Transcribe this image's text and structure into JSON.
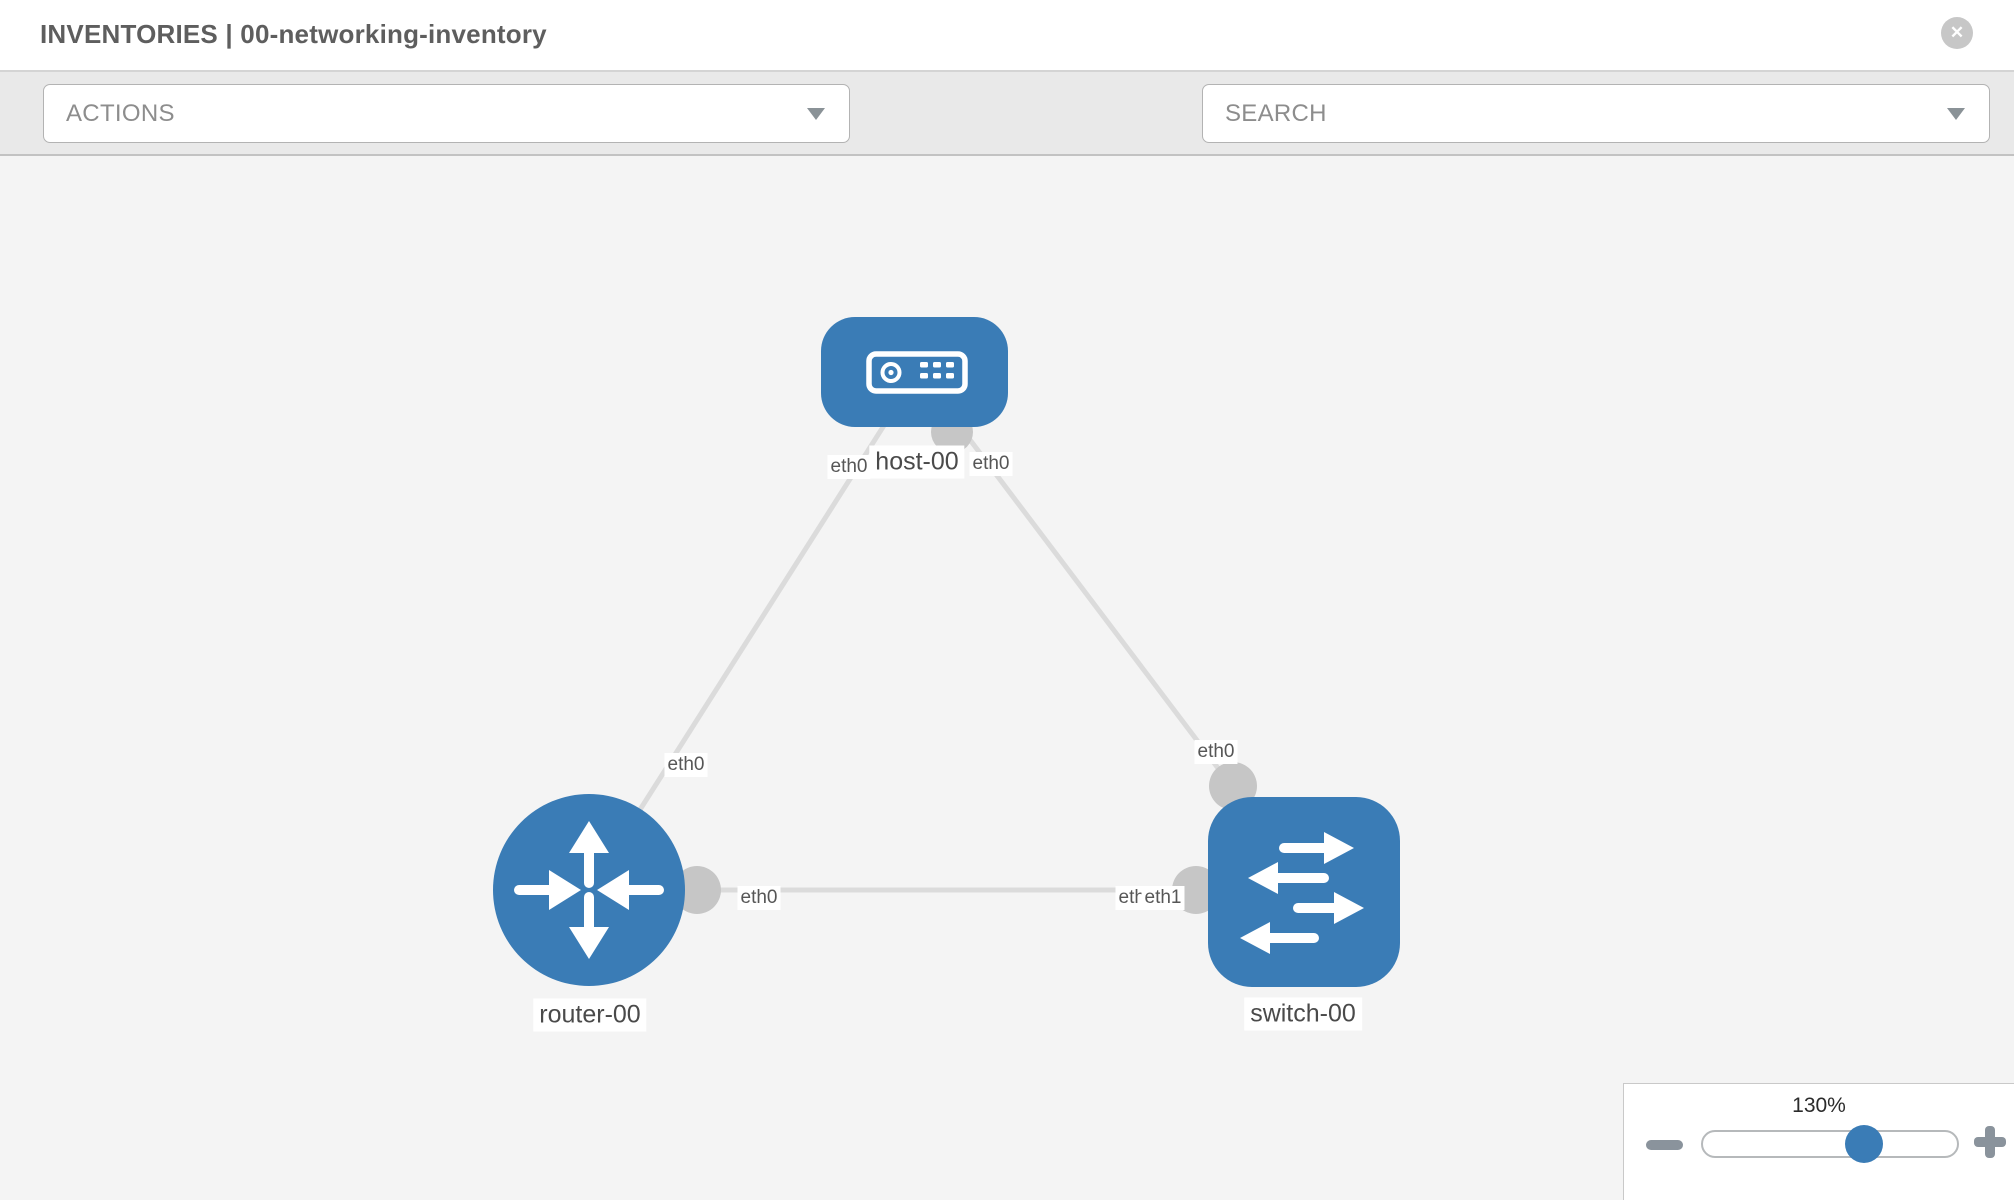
{
  "header": {
    "title": "INVENTORIES | 00-networking-inventory"
  },
  "icons": {
    "close": "✕"
  },
  "toolbar": {
    "actions_placeholder": "ACTIONS",
    "search_placeholder": "SEARCH"
  },
  "topology": {
    "nodes": {
      "host": {
        "label": "host-00",
        "type": "host"
      },
      "router": {
        "label": "router-00",
        "type": "router"
      },
      "switch": {
        "label": "switch-00",
        "type": "switch"
      }
    },
    "links": [
      {
        "from": "host-00",
        "to": "router-00",
        "from_interface": "eth0",
        "to_interface": "eth0"
      },
      {
        "from": "host-00",
        "to": "switch-00",
        "from_interface": "eth0",
        "to_interface": "eth0"
      },
      {
        "from": "router-00",
        "to": "switch-00",
        "from_interface": "eth0",
        "to_interface": "eth1"
      }
    ],
    "interface_labels": {
      "host_router_near_host": "eth0",
      "host_router_near_router": "eth0",
      "host_switch_near_host": "eth0",
      "host_switch_near_switch": "eth0",
      "router_switch_near_router": "eth0",
      "router_switch_near_switch_back": "eth0",
      "router_switch_near_switch_front": "eth1"
    }
  },
  "zoom_control": {
    "level": "130%"
  },
  "colors": {
    "node_blue": "#3a7cb6",
    "link_gray": "#dbdbdb",
    "interface_dot": "#c6c6c6",
    "canvas_bg": "#f4f4f4",
    "toolbar_bg": "#e9e9e9",
    "toolbar_icon": "#8a939c"
  }
}
